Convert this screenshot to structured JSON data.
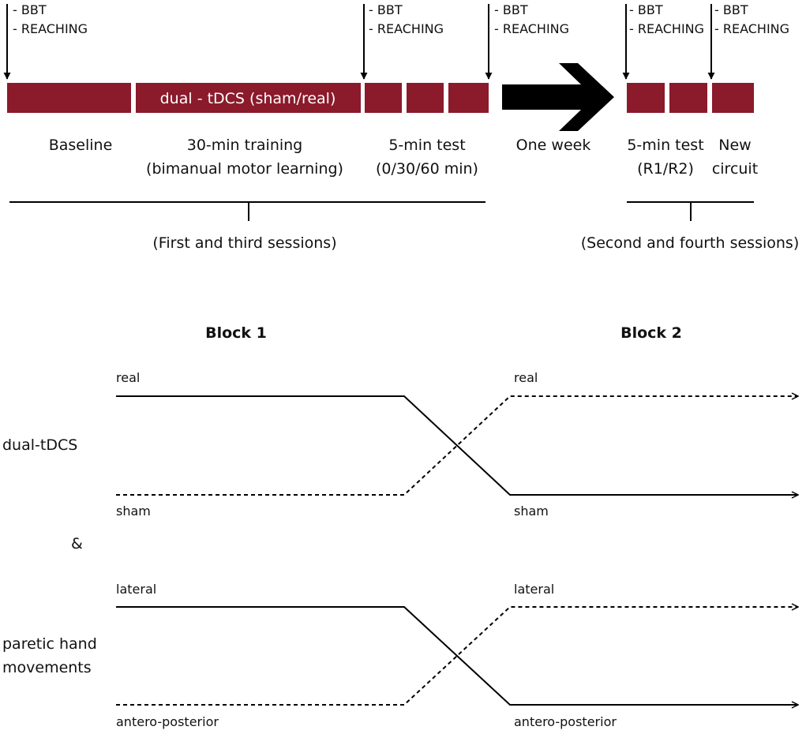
{
  "colors": {
    "box": "#8b1a2b",
    "line": "#000000",
    "text": "#111111"
  },
  "timeline": {
    "measure_lines": [
      "- BBT",
      "- REACHING"
    ],
    "dual_tdcs_label": "dual - tDCS (sham/real)",
    "baseline": "Baseline",
    "training": [
      "30-min training",
      "(bimanual motor learning)"
    ],
    "test": [
      "5-min test",
      "(0/30/60 min)"
    ],
    "one_week": "One week",
    "retest": [
      "5-min test",
      "(R1/R2)"
    ],
    "new_circuit": [
      "New",
      "circuit"
    ],
    "first_group": "(First and third sessions)",
    "second_group": "(Second and fourth sessions)",
    "big_arrow_icon": "right-arrow-icon"
  },
  "design": {
    "block1": "Block 1",
    "block2": "Block 2",
    "dual_tdcs": "dual-tDCS",
    "ampersand": "&",
    "paretic": [
      "paretic hand",
      "movements"
    ],
    "tdcs": {
      "block1_top": "real",
      "block1_bottom": "sham",
      "block2_top": "real",
      "block2_bottom": "sham"
    },
    "movement": {
      "block1_top": "lateral",
      "block1_bottom": "antero-posterior",
      "block2_top": "lateral",
      "block2_bottom": "antero-posterior"
    }
  }
}
